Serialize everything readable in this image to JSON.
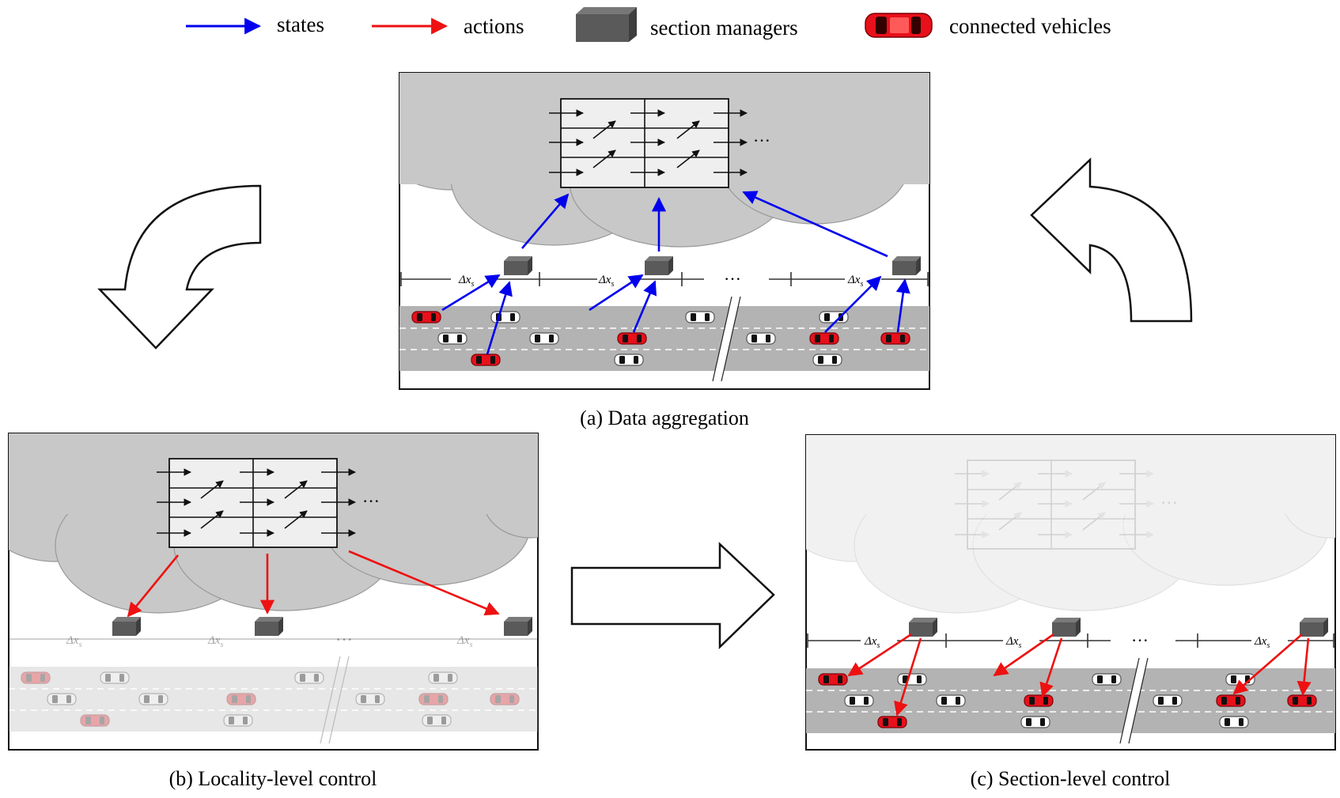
{
  "legend": {
    "states": "states",
    "actions": "actions",
    "section_managers": "section managers",
    "connected_vehicles": "connected vehicles"
  },
  "panels": {
    "a": {
      "caption": "(a) Data aggregation"
    },
    "b": {
      "caption": "(b) Locality-level control"
    },
    "c": {
      "caption": "(c) Section-level control"
    }
  },
  "labels": {
    "segment": "Δx",
    "segment_sub": "s",
    "ellipsis": "···"
  },
  "colors": {
    "states": "#0000ee",
    "actions": "#ee1111",
    "cloud": "#c8c8c8",
    "road": "#b3b3b3",
    "manager": "#555555",
    "vehicle_connected": "#e8101a"
  }
}
